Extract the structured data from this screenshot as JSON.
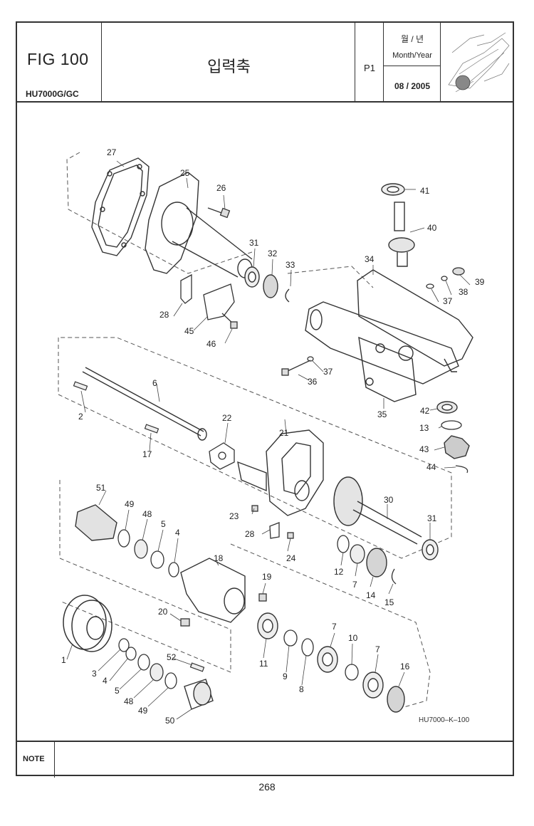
{
  "header": {
    "figure": "FIG 100",
    "model": "HU7000G/GC",
    "title": "입력축",
    "page_code": "P1",
    "date_label_ko": "월 / 년",
    "date_label_en": "Month/Year",
    "date_value": "08 / 2005"
  },
  "diagram": {
    "reference_code": "HU7000–K–100",
    "callouts": [
      "27",
      "25",
      "26",
      "41",
      "40",
      "31",
      "32",
      "33",
      "34",
      "39",
      "38",
      "37",
      "28",
      "45",
      "46",
      "6",
      "2",
      "17",
      "22",
      "21",
      "37",
      "36",
      "35",
      "42",
      "13",
      "43",
      "44",
      "51",
      "49",
      "48",
      "5",
      "4",
      "30",
      "31",
      "23",
      "28",
      "24",
      "18",
      "19",
      "20",
      "12",
      "7",
      "14",
      "15",
      "1",
      "3",
      "4",
      "5",
      "48",
      "49",
      "52",
      "50",
      "11",
      "9",
      "8",
      "7",
      "10",
      "7",
      "16"
    ]
  },
  "note": {
    "label": "NOTE"
  },
  "page_number": "268"
}
